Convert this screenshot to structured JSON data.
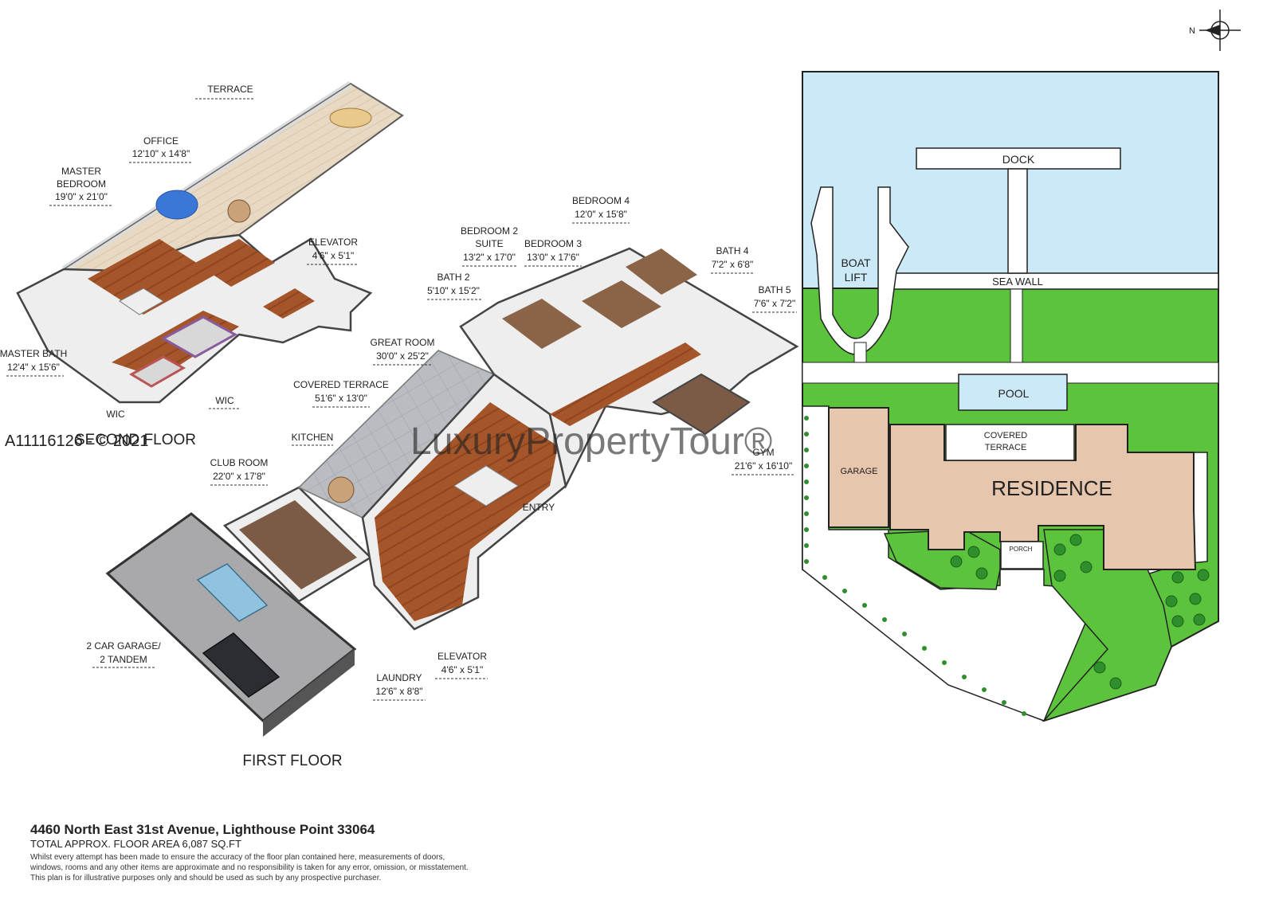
{
  "second_floor": {
    "title": "SECOND FLOOR",
    "rooms": [
      {
        "name": "TERRACE",
        "dims": ""
      },
      {
        "name": "OFFICE",
        "dims": "12'10\" x 14'8\""
      },
      {
        "name": "MASTER BEDROOM",
        "dims": "19'0\" x 21'0\""
      },
      {
        "name": "ELEVATOR",
        "dims": "4'6\" x 5'1\""
      },
      {
        "name": "MASTER BATH",
        "dims": "12'4\" x 15'6\""
      },
      {
        "name": "WIC",
        "dims": ""
      },
      {
        "name": "WIC",
        "dims": ""
      }
    ]
  },
  "first_floor": {
    "title": "FIRST FLOOR",
    "rooms": [
      {
        "name": "BEDROOM 4",
        "dims": "12'0\" x 15'8\""
      },
      {
        "name": "BEDROOM 2 SUITE",
        "dims": "13'2\" x 17'0\""
      },
      {
        "name": "BEDROOM 3",
        "dims": "13'0\" x 17'6\""
      },
      {
        "name": "BATH 4",
        "dims": "7'2\" x 6'8\""
      },
      {
        "name": "BATH 2",
        "dims": "5'10\" x 15'2\""
      },
      {
        "name": "BATH 5",
        "dims": "7'6\" x 7'2\""
      },
      {
        "name": "GREAT ROOM",
        "dims": "30'0\" x 25'2\""
      },
      {
        "name": "COVERED TERRACE",
        "dims": "51'6\" x 13'0\""
      },
      {
        "name": "KITCHEN",
        "dims": ""
      },
      {
        "name": "CLUB ROOM",
        "dims": "22'0\" x 17'8\""
      },
      {
        "name": "ENTRY",
        "dims": ""
      },
      {
        "name": "GYM",
        "dims": "21'6\" x 16'10\""
      },
      {
        "name": "2 CAR GARAGE/ 2 TANDEM",
        "dims": ""
      },
      {
        "name": "ELEVATOR",
        "dims": "4'6\" x 5'1\""
      },
      {
        "name": "LAUNDRY",
        "dims": "12'6\" x 8'8\""
      }
    ]
  },
  "site_plan": {
    "dock": "DOCK",
    "boat_lift": "BOAT LIFT",
    "sea_wall": "SEA WALL",
    "pool": "POOL",
    "covered_terrace": "COVERED TERRACE",
    "garage": "GARAGE",
    "residence": "RESIDENCE",
    "porch": "PORCH",
    "compass": "N",
    "colors": {
      "water": "#cbe9f7",
      "lawn": "#5cc43c",
      "building": "#e6c6ad",
      "paving": "#ffffff",
      "trees": "#2f8f2c"
    }
  },
  "watermark": {
    "id_text": "A11116126 - © 2021",
    "brand": "LuxuryPropertyTour®"
  },
  "footer": {
    "address": "4460 North East 31st Avenue, Lighthouse Point 33064",
    "total_area": "TOTAL APPROX. FLOOR AREA 6,087 SQ.FT",
    "disclaimer_1": "Whilst every attempt has been made to ensure the accuracy of the floor plan contained here, measurements of doors,",
    "disclaimer_2": "windows, rooms and any other items are approximate and no responsibility is taken for any error, omission, or misstatement.",
    "disclaimer_3": "This plan is for illustrative purposes only and should be used as such by any prospective purchaser."
  }
}
